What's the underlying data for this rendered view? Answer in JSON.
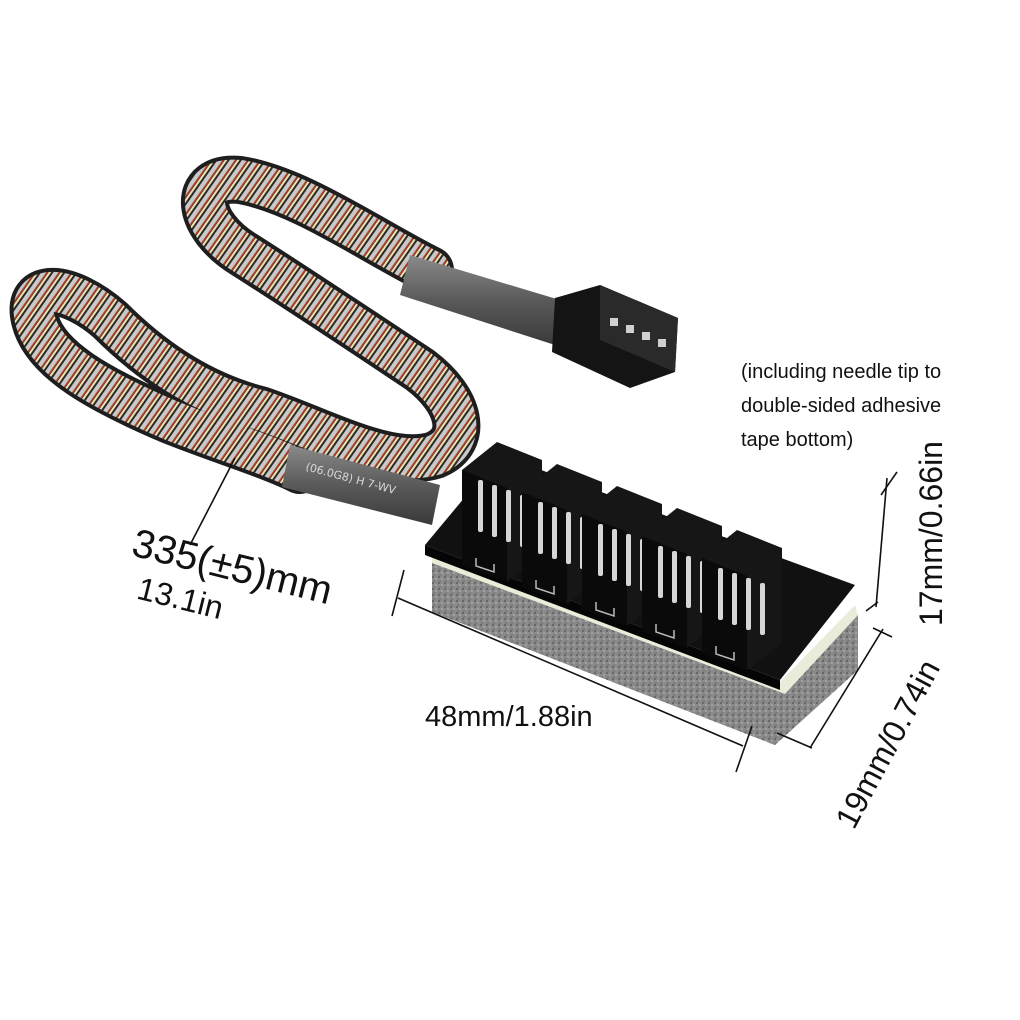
{
  "annotations": {
    "height_note": [
      "(including needle tip to",
      "double-sided adhesive",
      "tape bottom)"
    ],
    "height": "17mm/0.66in",
    "width": "48mm/1.88in",
    "depth": "19mm/0.74in",
    "cable_length": "335(±5)mm",
    "cable_length_in": "13.1in"
  },
  "board": {
    "header_count": 5,
    "cable_print": "(06.0G8) H 7-WV"
  },
  "colors": {
    "board": "#111111",
    "foam": "#8a8a8a",
    "tape": "#e8ecd8",
    "pins": "#d6d6d6",
    "sleeve_tube": "#5a5a5a"
  }
}
